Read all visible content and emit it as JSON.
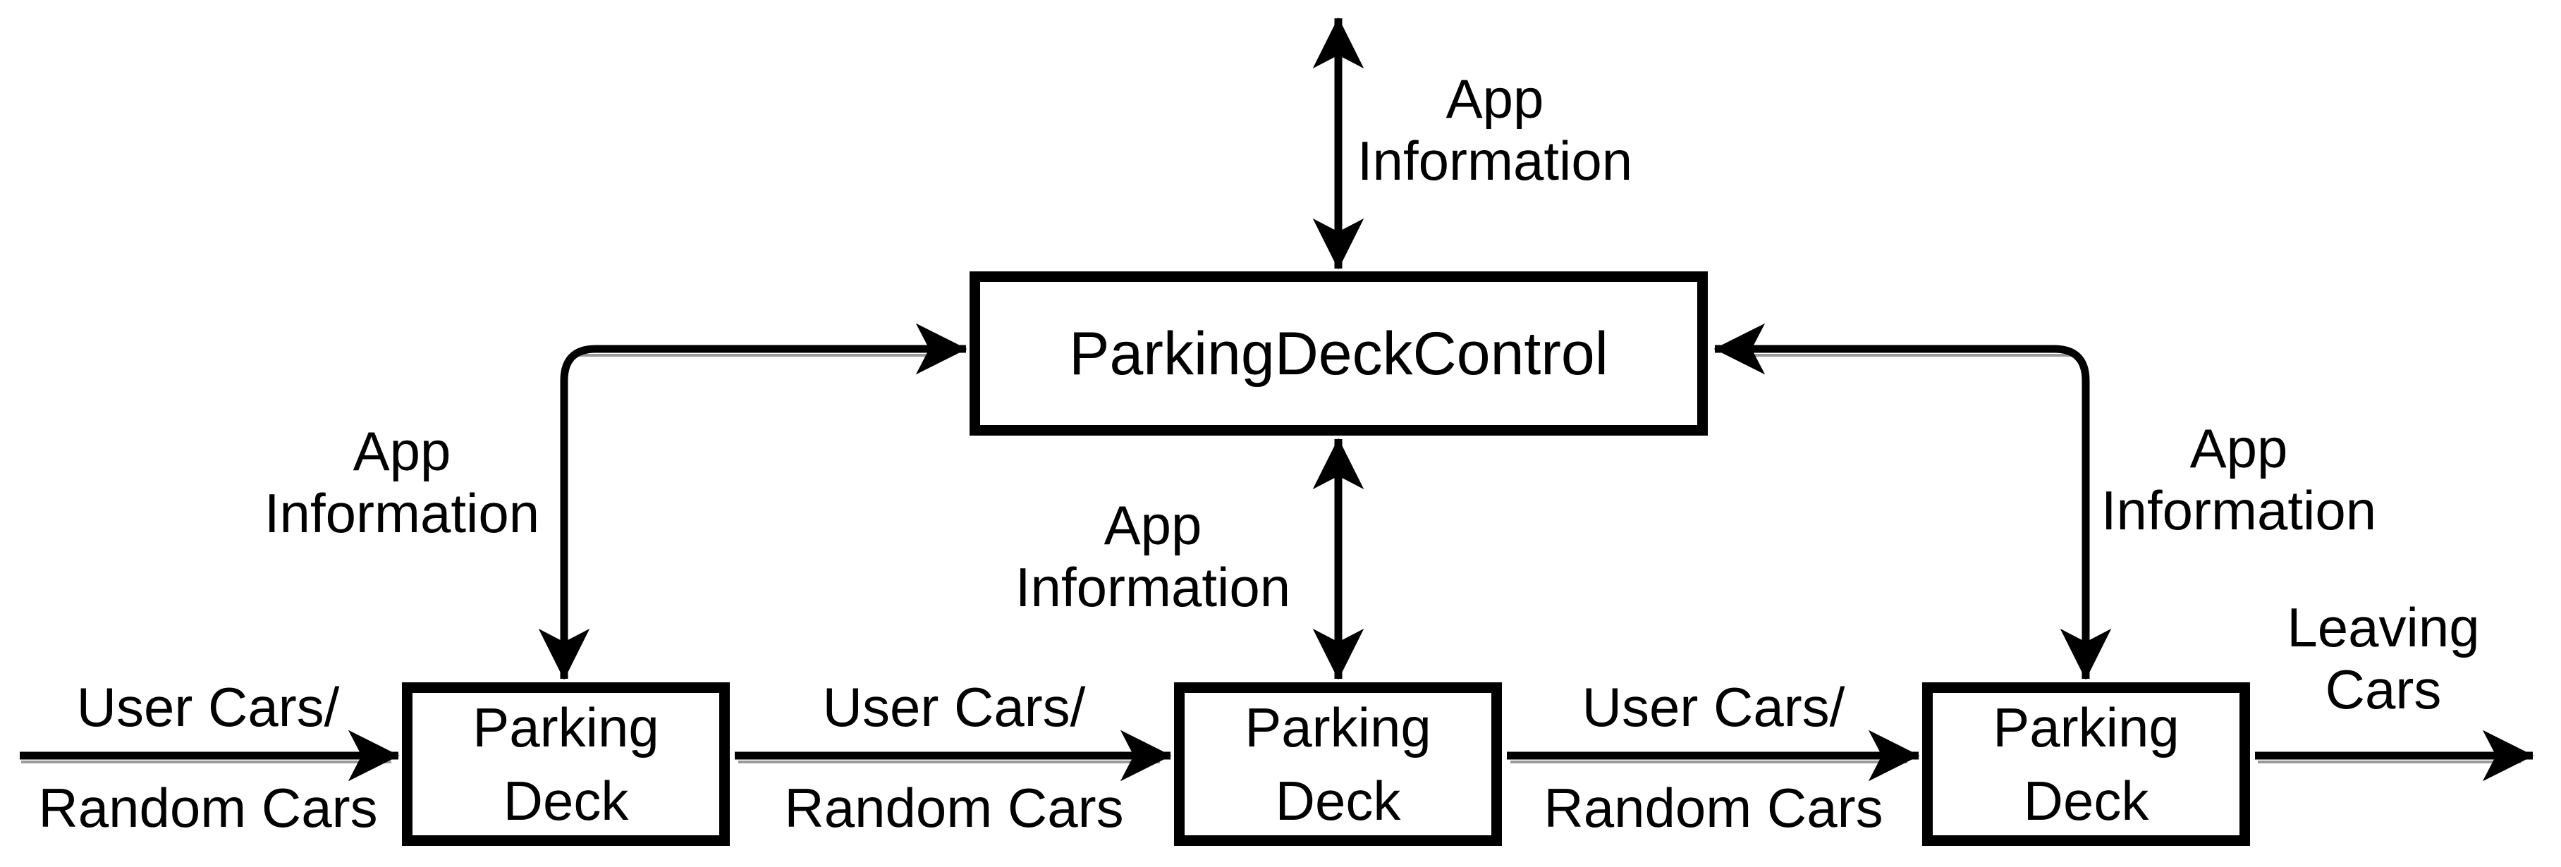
{
  "diagram": {
    "background_color": "#ffffff",
    "line_color": "#000000",
    "shadow_color": "#9b9b9b",
    "text_color": "#000000",
    "nodes": {
      "control": {
        "label": "ParkingDeckControl"
      },
      "deck1": {
        "line1": "Parking",
        "line2": "Deck"
      },
      "deck2": {
        "line1": "Parking",
        "line2": "Deck"
      },
      "deck3": {
        "line1": "Parking",
        "line2": "Deck"
      }
    },
    "edge_labels": {
      "app_info_top": {
        "line1": "App",
        "line2": "Information"
      },
      "app_info_left": {
        "line1": "App",
        "line2": "Information"
      },
      "app_info_middle": {
        "line1": "App",
        "line2": "Information"
      },
      "app_info_right": {
        "line1": "App",
        "line2": "Information"
      },
      "leaving": {
        "line1": "Leaving",
        "line2": "Cars"
      }
    },
    "flow_labels": {
      "entry_top": "User Cars/",
      "entry_bottom": "Random Cars",
      "gap12_top": "User Cars/",
      "gap12_bottom": "Random Cars",
      "gap23_top": "User Cars/",
      "gap23_bottom": "Random Cars"
    }
  }
}
